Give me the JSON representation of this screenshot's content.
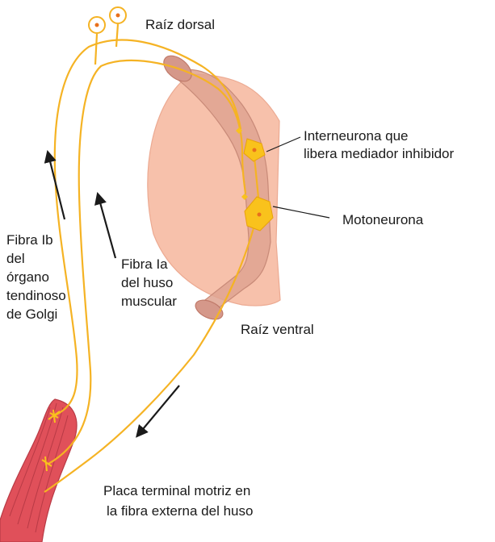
{
  "labels": {
    "dorsal_root": "Raíz dorsal",
    "interneuron": [
      "Interneurona que",
      "libera mediador inhibidor"
    ],
    "motoneuron": "Motoneurona",
    "ib_fiber": [
      "Fibra Ib",
      "del",
      "órgano",
      "tendinoso",
      "de Golgi"
    ],
    "ia_fiber": [
      "Fibra Ia",
      "del huso",
      "muscular"
    ],
    "ventral_root": "Raíz ventral",
    "end_plate": [
      "Placa terminal motriz en",
      "la fibra externa del huso"
    ]
  },
  "colors": {
    "nerve_fiber": "#f5b324",
    "neuron_body": "#f9c21c",
    "spinal_cord": "#f7c1ab",
    "root": "#dfa391",
    "muscle": "#e0505a",
    "arrow": "#1a1a1a"
  }
}
